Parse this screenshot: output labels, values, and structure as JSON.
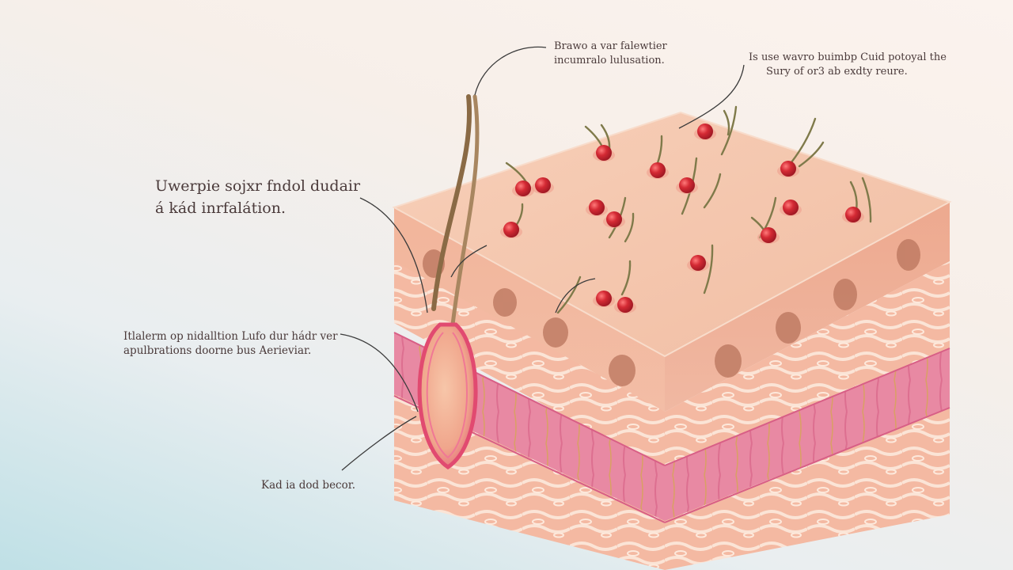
{
  "diagram": {
    "callouts": {
      "main": {
        "line1": "Uwerpie sojxr fndol dudair",
        "line2": "á kád inrfalátion."
      },
      "top_left": {
        "line1": "Brawo a var falewtier",
        "line2": "incumralo lulusation."
      },
      "top_right": {
        "line1": "Is use wavro buimbp Cuid potoyal the",
        "line2": "Sury of or3 ab exdty reure."
      },
      "middle_left": {
        "line1": "Itlalerm op nidalltion Lufo dur hádr ver",
        "line2": "apulbrations doorne bus Aerieviar."
      },
      "bottom_left": {
        "line1": "Kad ia dod becor."
      }
    },
    "colors": {
      "epidermis_top": "#f5c6ad",
      "epidermis_side": "#eeb096",
      "dermis_pattern": "#f6cdb8",
      "inflamed_band": "#e889a3",
      "bump_red": "#d42a34",
      "hair_brown": "#8a6a45",
      "follicle_pink": "#e14a70"
    },
    "icons": [
      "hair-strand-icon",
      "red-bump-icon",
      "follicle-icon"
    ]
  }
}
